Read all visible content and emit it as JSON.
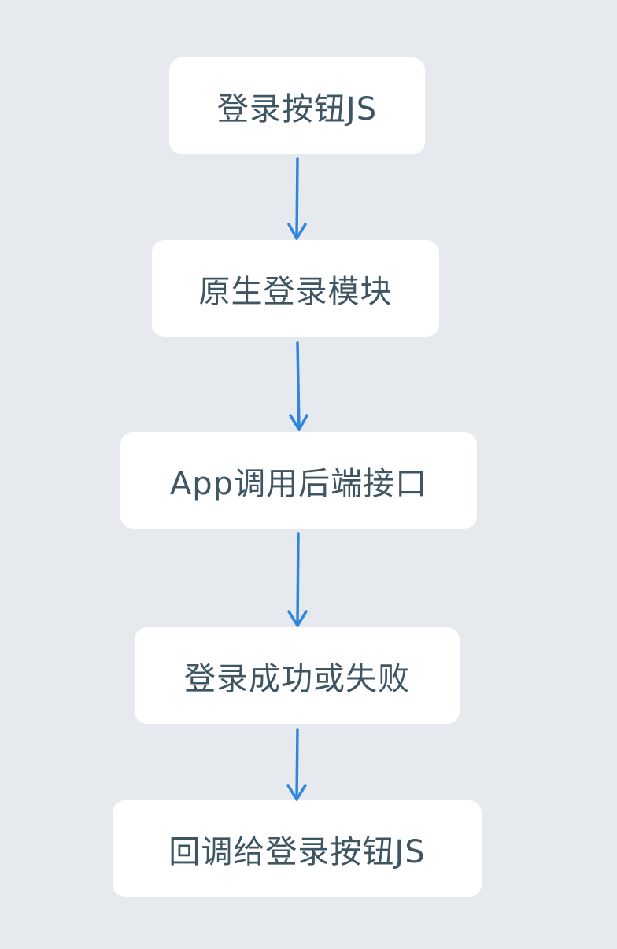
{
  "flowchart": {
    "nodes": [
      {
        "label": "登录按钮JS"
      },
      {
        "label": "原生登录模块"
      },
      {
        "label": "App调用后端接口"
      },
      {
        "label": "登录成功或失败"
      },
      {
        "label": "回调给登录按钮JS"
      }
    ],
    "colors": {
      "background": "#e6e9ed",
      "node_fill": "#ffffff",
      "text": "#3e5563",
      "arrow": "#2f86dc"
    }
  }
}
